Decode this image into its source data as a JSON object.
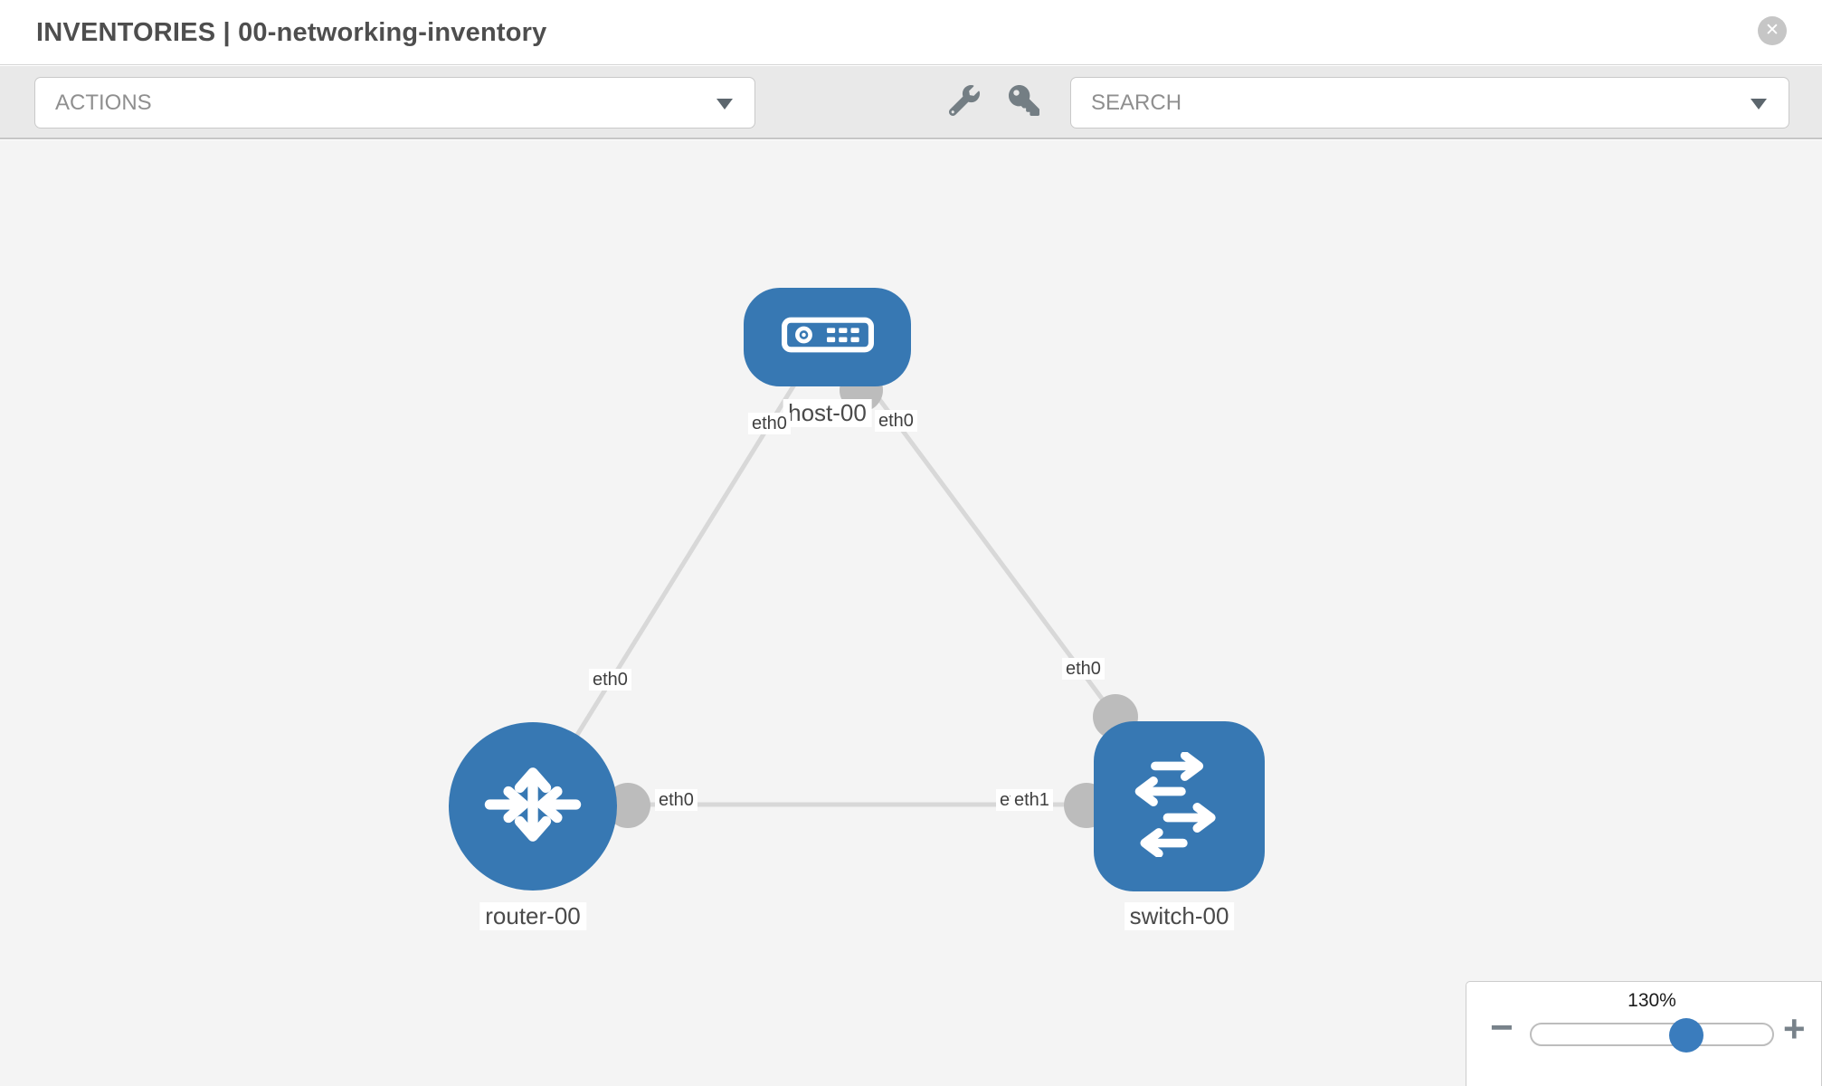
{
  "header": {
    "title": "INVENTORIES | 00-networking-inventory",
    "close_icon_glyph": "✕"
  },
  "toolbar": {
    "actions": {
      "placeholder": "ACTIONS"
    },
    "search": {
      "placeholder": "SEARCH"
    },
    "icons": [
      "wrench-icon",
      "key-icon"
    ]
  },
  "topology": {
    "nodes": [
      {
        "id": "host-00",
        "label": "host-00",
        "type": "host"
      },
      {
        "id": "router-00",
        "label": "router-00",
        "type": "router"
      },
      {
        "id": "switch-00",
        "label": "switch-00",
        "type": "switch"
      }
    ],
    "links": [
      {
        "from": "host-00",
        "from_if": "eth0",
        "to": "router-00",
        "to_if": "eth0"
      },
      {
        "from": "host-00",
        "from_if": "eth0",
        "to": "switch-00",
        "to_if": "eth0"
      },
      {
        "from": "router-00",
        "from_if": "eth0",
        "to": "switch-00",
        "to_if": "eth1"
      }
    ]
  },
  "zoom_control": {
    "level": "130%",
    "minus_label": "−",
    "plus_label": "+"
  },
  "colors": {
    "node_blue": "#3778b3",
    "edge_gray": "#d8d8d8",
    "connector_gray": "#bcbcbc",
    "knob_blue": "#3a7cbd",
    "toolbar_gray": "#e9e9e9",
    "canvas_gray": "#f4f4f4"
  }
}
